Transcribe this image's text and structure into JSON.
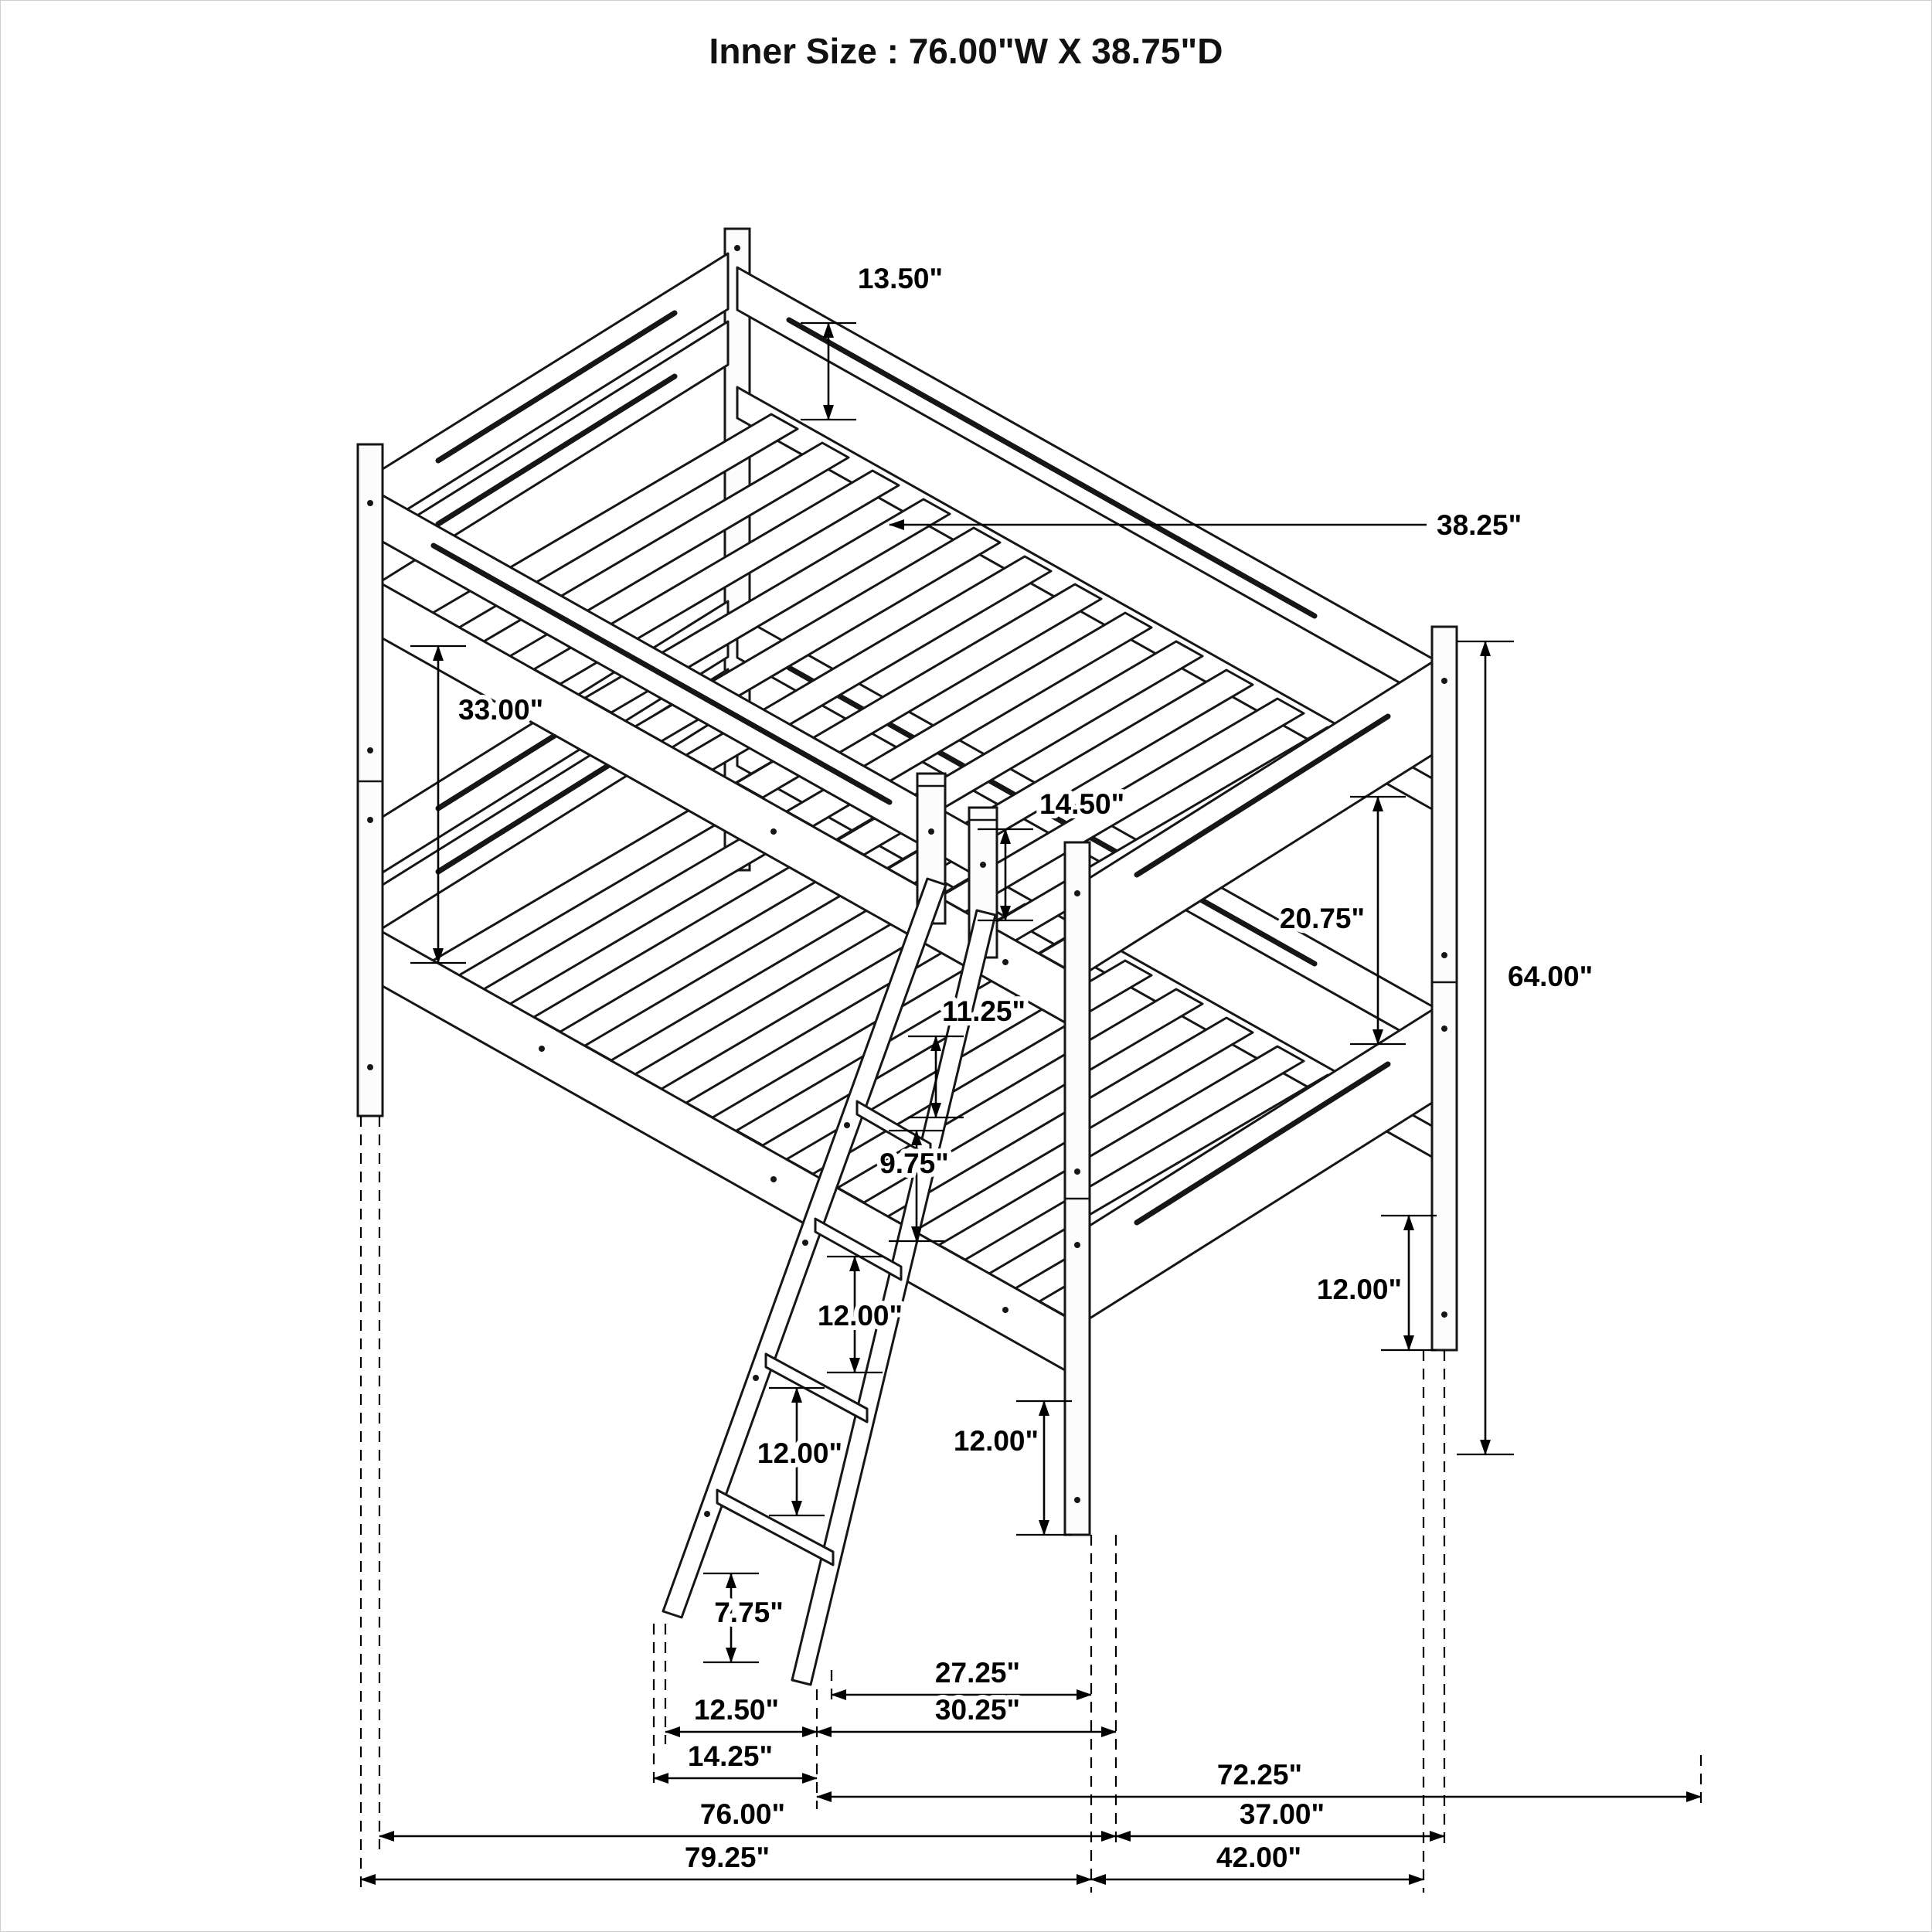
{
  "title": "Inner Size : 76.00\"W X 38.75\"D",
  "dims": {
    "headboard_rail_height": "13.50\"",
    "slat_pointer": "38.25\"",
    "bunk_clearance": "33.00\"",
    "guardrail_height": "14.50\"",
    "footboard_gap": "20.75\"",
    "overall_height": "64.00\"",
    "ladder_spacing_top": "11.25\"",
    "ladder_spacing_2": "9.75\"",
    "ladder_spacing_3": "12.00\"",
    "ladder_spacing_4": "12.00\"",
    "leg_height_right": "12.00\"",
    "leg_height_front": "12.00\"",
    "ladder_spacing_bottom": "7.75\"",
    "ladder_to_post_inner": "27.25\"",
    "ladder_to_post_outer": "30.25\"",
    "ladder_width_inner": "12.50\"",
    "ladder_width_outer": "14.25\"",
    "inner_length": "72.25\"",
    "bed_length": "76.00\"",
    "bed_depth_inner": "37.00\"",
    "overall_length": "79.25\"",
    "overall_depth": "42.00\""
  }
}
